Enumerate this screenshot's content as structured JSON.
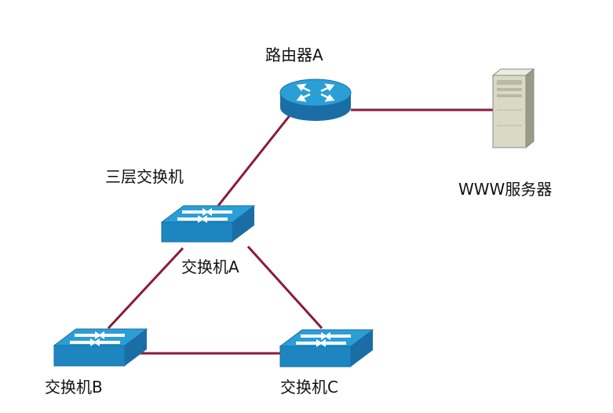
{
  "nodes": {
    "router_a": {
      "label": "路由器A",
      "icon": "router-icon"
    },
    "www_server": {
      "label": "WWW服务器",
      "icon": "server-icon"
    },
    "l3_switch": {
      "label": "三层交换机"
    },
    "switch_a": {
      "label": "交换机A",
      "icon": "switch-icon"
    },
    "switch_b": {
      "label": "交换机B",
      "icon": "switch-icon"
    },
    "switch_c": {
      "label": "交换机C",
      "icon": "switch-icon"
    }
  },
  "links": [
    {
      "from": "交换机A",
      "to": "路由器A"
    },
    {
      "from": "路由器A",
      "to": "WWW服务器"
    },
    {
      "from": "交换机A",
      "to": "交换机B"
    },
    {
      "from": "交换机A",
      "to": "交换机C"
    },
    {
      "from": "交换机B",
      "to": "交换机C"
    }
  ],
  "colors": {
    "link": "#8b1a3a",
    "device_top": "#2a9fd6",
    "device_side": "#1b6ea5",
    "device_front": "#1d86c0",
    "arrow": "#ffffff",
    "server_body": "#d9d9c8",
    "server_side": "#9a9a88"
  }
}
